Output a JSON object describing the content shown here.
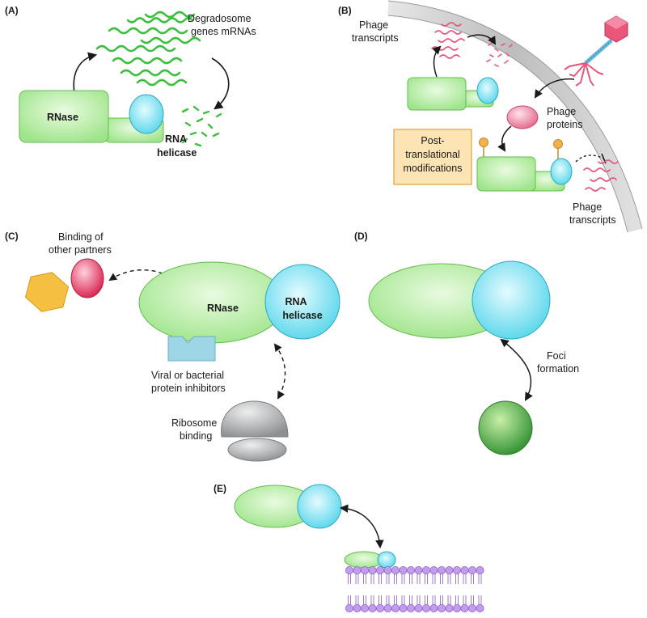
{
  "panels": {
    "a": {
      "label": "(A)",
      "mrna_label": [
        "Degradosome",
        "genes mRNAs"
      ],
      "rnase_label": "RNase",
      "helicase_label": [
        "RNA",
        "helicase"
      ]
    },
    "b": {
      "label": "(B)",
      "transcripts_top": [
        "Phage",
        "transcripts"
      ],
      "proteins_label": [
        "Phage",
        "proteins"
      ],
      "ptm_label": [
        "Post-",
        "translational",
        "modifications"
      ],
      "transcripts_bottom": [
        "Phage",
        "transcripts"
      ]
    },
    "c": {
      "label": "(C)",
      "partners_label": [
        "Binding of",
        "other partners"
      ],
      "rnase_label": "RNase",
      "helicase_label": [
        "RNA",
        "helicase"
      ],
      "inhibitors_label": [
        "Viral or bacterial",
        "protein inhibitors"
      ],
      "ribosome_label": [
        "Ribosome",
        "binding"
      ]
    },
    "d": {
      "label": "(D)",
      "foci_label": [
        "Foci",
        "formation"
      ]
    },
    "e": {
      "label": "(E)"
    }
  },
  "colors": {
    "rnase_green": "#b7eea0",
    "helicase_cyan": "#7fe3f2",
    "mrna_green": "#3cbf3c",
    "phage_pink": "#e8577a",
    "ptm_box": "#fce4b4",
    "ptm_border": "#e0a040",
    "foci_green": "#43a843",
    "ribosome_gray": "#a9acaf",
    "inhibitor_blue": "#9fd6e6",
    "hexagon_yellow": "#f5c041",
    "partner_red": "#e0375a",
    "membrane_purple": "#b48ee0",
    "cell_wall_gray": "#cfcfcf"
  }
}
